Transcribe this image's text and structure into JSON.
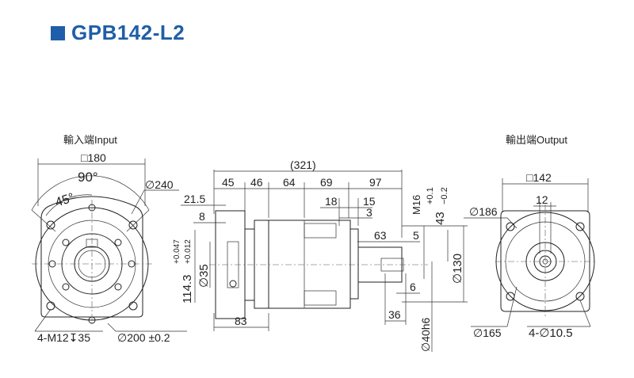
{
  "title": "GPB142-L2",
  "input_view": {
    "label": "輸入端Input",
    "dims": {
      "square": "□180",
      "angle_90": "90°",
      "angle_45": "45°",
      "dia_240": "∅240",
      "tap": "4-M12↧35",
      "dia_200": "∅200 ±0.2"
    }
  },
  "side_view": {
    "dims": {
      "total": "(321)",
      "d45": "45",
      "d46": "46",
      "d64": "64",
      "d69": "69",
      "d97": "97",
      "d21_5": "21.5",
      "d8": "8",
      "d18": "18",
      "d15": "15",
      "d3": "3",
      "m16": "M16",
      "d43": "43",
      "tol_43_up": "+0.1",
      "tol_43_dn": "−0.2",
      "d63": "63",
      "d5": "5",
      "d6": "6",
      "d36": "36",
      "d130": "∅130",
      "d40h6": "∅40h6",
      "d83": "83",
      "d35": "∅35",
      "d114_3": "114.3",
      "tol_114_up": "+0.047",
      "tol_114_dn": "+0.012"
    }
  },
  "output_view": {
    "label": "輸出端Output",
    "dims": {
      "square": "□142",
      "d12": "12",
      "d186": "∅186",
      "d165": "∅165",
      "holes": "4-∅10.5"
    }
  }
}
